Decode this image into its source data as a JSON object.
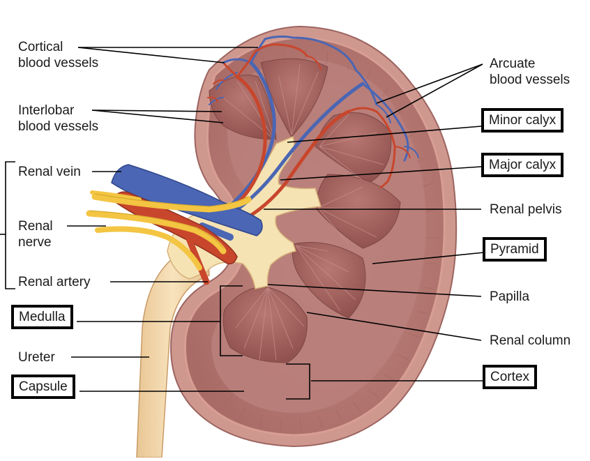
{
  "labels": {
    "cortical_blood_vessels": [
      "Cortical",
      "blood vessels"
    ],
    "interlobar_blood_vessels": [
      "Interlobar",
      "blood vessels"
    ],
    "renal_vein": "Renal vein",
    "renal_nerve": [
      "Renal",
      "nerve"
    ],
    "renal_artery": "Renal artery",
    "medulla": "Medulla",
    "ureter": "Ureter",
    "capsule": "Capsule",
    "arcuate_blood_vessels": [
      "Arcuate",
      "blood vessels"
    ],
    "minor_calyx": "Minor calyx",
    "major_calyx": "Major calyx",
    "renal_pelvis": "Renal pelvis",
    "pyramid": "Pyramid",
    "papilla": "Papilla",
    "renal_column": "Renal column",
    "cortex": "Cortex"
  },
  "boxed_labels": [
    "medulla",
    "capsule",
    "minor_calyx",
    "major_calyx",
    "pyramid",
    "cortex"
  ],
  "colors": {
    "capsule": "#c98f86",
    "cortex": "#b77a74",
    "medulla_pyramid": "#a4645f",
    "calyx_pelvis": "#f6e3b4",
    "ureter": "#f1d6a6",
    "artery": "#c8462c",
    "vein": "#4a66b4",
    "nerve": "#f3c542",
    "leader_line": "#000000"
  }
}
